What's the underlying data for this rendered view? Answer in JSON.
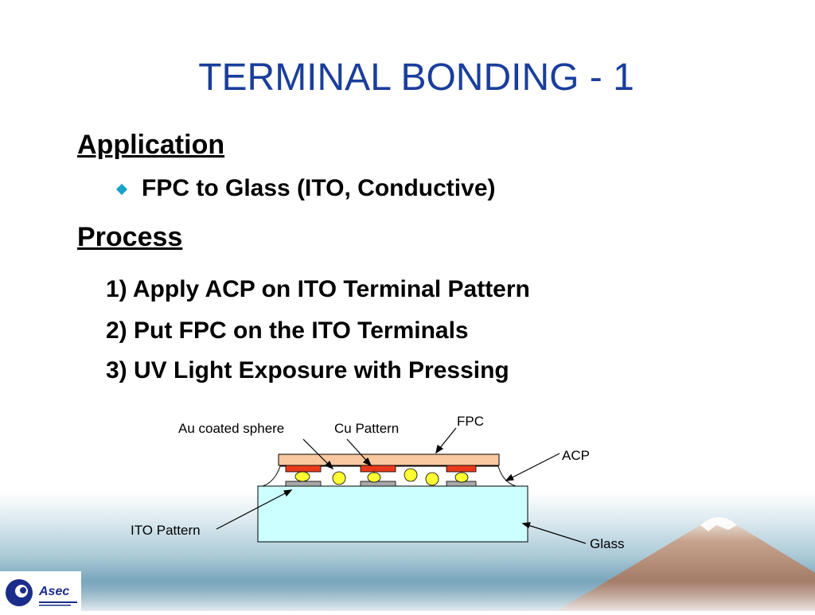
{
  "slide": {
    "title": "TERMINAL BONDING - 1",
    "application_heading": "Application",
    "application_items": [
      "FPC to Glass (ITO, Conductive)"
    ],
    "process_heading": "Process",
    "process_steps": [
      "1) Apply ACP on ITO Terminal Pattern",
      "2) Put FPC on the ITO Terminals",
      "3) UV Light Exposure with Pressing"
    ]
  },
  "diagram": {
    "labels": {
      "au_sphere": "Au coated sphere",
      "cu_pattern": "Cu Pattern",
      "fpc": "FPC",
      "acp": "ACP",
      "ito_pattern": "ITO Pattern",
      "glass": "Glass"
    },
    "colors": {
      "fpc": "#f9c8a0",
      "cu": "#e83a1a",
      "sphere": "#ffff33",
      "ito": "#a8a8a8",
      "glass": "#ccffff"
    }
  },
  "logo": {
    "text": "Asec",
    "icon": "asec-logo-icon"
  },
  "theme": {
    "title_color": "#1a3e9b",
    "bullet_color": "#19a3c9"
  }
}
